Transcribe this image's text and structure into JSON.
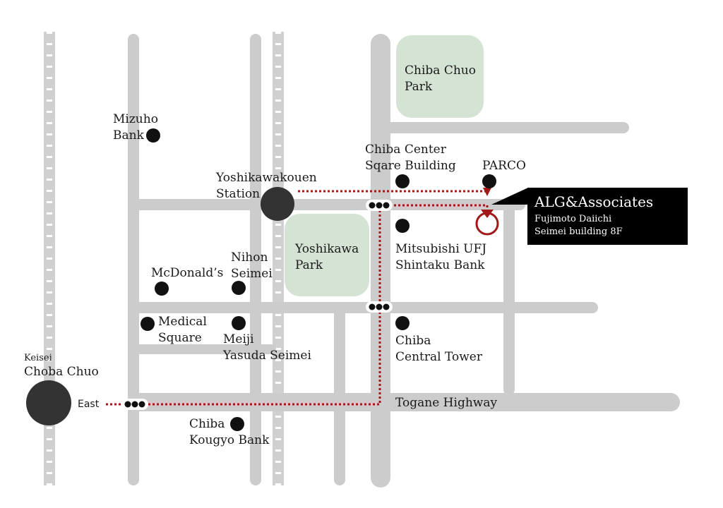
{
  "stations": {
    "yoshikawakouen": {
      "line1": "Yoshikawakouen",
      "line2": "Station"
    },
    "keisei": {
      "line1": "Keisei",
      "line2": "Choba Chuo",
      "exit": "East"
    }
  },
  "parks": {
    "chiba_chuo": {
      "line1": "Chiba Chuo",
      "line2": "Park"
    },
    "yoshikawa": {
      "line1": "Yoshikawa",
      "line2": "Park"
    }
  },
  "landmarks": {
    "mizuho": {
      "line1": "Mizuho",
      "line2": "Bank"
    },
    "chiba_center": {
      "line1": "Chiba Center",
      "line2": "Sqare Building"
    },
    "parco": "PARCO",
    "mitsubishi": {
      "line1": "Mitsubishi UFJ",
      "line2": "Shintaku Bank"
    },
    "nihon": {
      "line1": "Nihon",
      "line2": "Seimei"
    },
    "mcdonalds": "McDonald’s",
    "medical": {
      "line1": "Medical",
      "line2": "Square"
    },
    "meiji": {
      "line1": "Meiji",
      "line2": "Yasuda Seimei"
    },
    "chiba_tower": {
      "line1": "Chiba",
      "line2": "Central Tower"
    },
    "kougyo": {
      "line1": "Chiba",
      "line2": "Kougyo Bank"
    }
  },
  "roads": {
    "togane": "Togane Highway"
  },
  "destination": {
    "name": "ALG&Associates",
    "address_line1": "Fujimoto Daiichi",
    "address_line2": "Seimei building 8F"
  },
  "colors": {
    "road": "#cccccc",
    "park": "#d5e3d5",
    "route": "#a01818",
    "marker": "#111111",
    "station": "#333333",
    "callout_bg": "#000000"
  },
  "icons": {
    "landmark": "filled-circle",
    "station": "large-dark-circle",
    "destination": "red-ring",
    "signal": "traffic-signal-triple-dot"
  }
}
